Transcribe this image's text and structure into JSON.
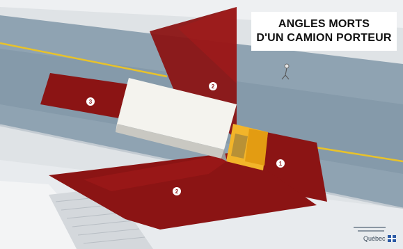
{
  "poster": {
    "title_line1": "ANGLES MORTS",
    "title_line2": "D'UN CAMION PORTEUR"
  },
  "zones": [
    {
      "label": "1",
      "name": "front-right blind zone"
    },
    {
      "label": "2",
      "name": "right side blind zone"
    },
    {
      "label": "2",
      "name": "left side blind zone"
    },
    {
      "label": "3",
      "name": "rear blind zone"
    }
  ],
  "logo": {
    "wordmark": "Québec",
    "icon": "quebec-flag-icon"
  },
  "colors": {
    "zone_dark": "#8b1414",
    "zone_mid": "#b01e1e",
    "road": "#8fa3b2",
    "lane_line": "#e8c22a",
    "truck_cab": "#f2b52a"
  }
}
